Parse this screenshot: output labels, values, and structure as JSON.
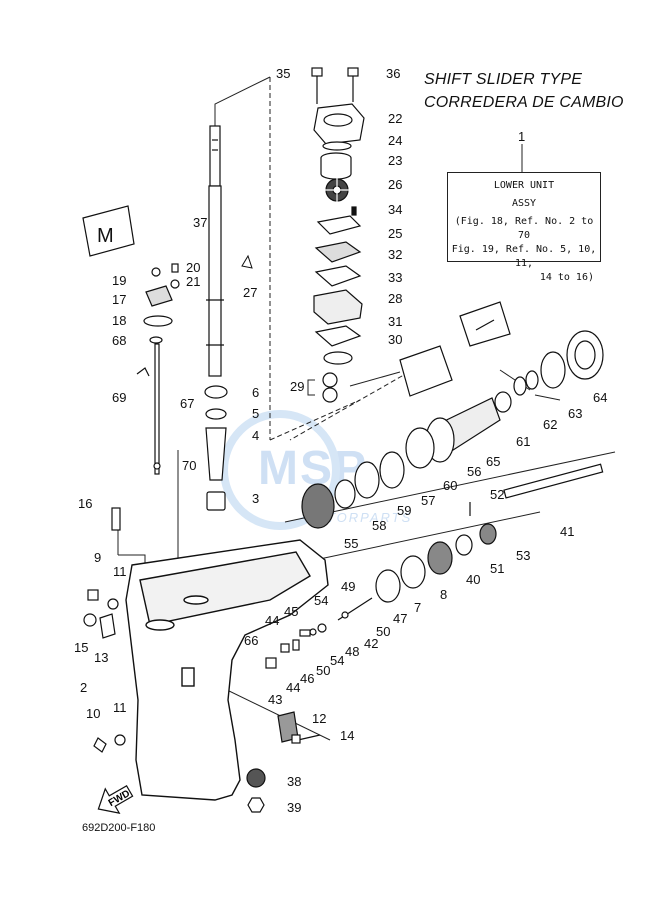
{
  "header": {
    "title_line1": "SHIFT SLIDER TYPE",
    "title_line2": "CORREDERA DE CAMBIO"
  },
  "assy_box": {
    "ref": "1",
    "line1": "LOWER UNIT",
    "line2": "ASSY",
    "line3": "(Fig. 18, Ref. No. 2 to 70",
    "line4": "Fig. 19, Ref. No. 5, 10, 11,",
    "line5": "14 to 16)"
  },
  "part_code": "692D200-F180",
  "watermark": {
    "brand": "MSP",
    "sub": "MOTORPARTS"
  },
  "fwd_label": "FWD",
  "callouts": {
    "c35": "35",
    "c36": "36",
    "c22": "22",
    "c24": "24",
    "c23": "23",
    "c26": "26",
    "c34": "34",
    "c25": "25",
    "c32": "32",
    "c33": "33",
    "c28": "28",
    "c31": "31",
    "c30": "30",
    "c29": "29",
    "c37": "37",
    "c27": "27",
    "c20": "20",
    "c21": "21",
    "c19": "19",
    "c17": "17",
    "c18": "18",
    "c68": "68",
    "c69": "69",
    "c67": "67",
    "c70": "70",
    "c6": "6",
    "c5": "5",
    "c4": "4",
    "c3": "3",
    "c16": "16",
    "c9": "9",
    "c11a": "11",
    "c15": "15",
    "c13": "13",
    "c2": "2",
    "c10": "10",
    "c11b": "11",
    "c12": "12",
    "c14": "14",
    "c38": "38",
    "c39": "39",
    "c64": "64",
    "c63": "63",
    "c62": "62",
    "c61": "61",
    "c65": "65",
    "c56": "56",
    "c60": "60",
    "c57": "57",
    "c59": "59",
    "c58": "58",
    "c55": "55",
    "c52": "52",
    "c41": "41",
    "c53": "53",
    "c51": "51",
    "c40": "40",
    "c8": "8",
    "c7": "7",
    "c47": "47",
    "c49": "49",
    "c50a": "50",
    "c42": "42",
    "c48": "48",
    "c54a": "54",
    "c54b": "54",
    "c45": "45",
    "c44a": "44",
    "c50b": "50",
    "c46": "46",
    "c66": "66",
    "c44b": "44",
    "c43": "43"
  }
}
